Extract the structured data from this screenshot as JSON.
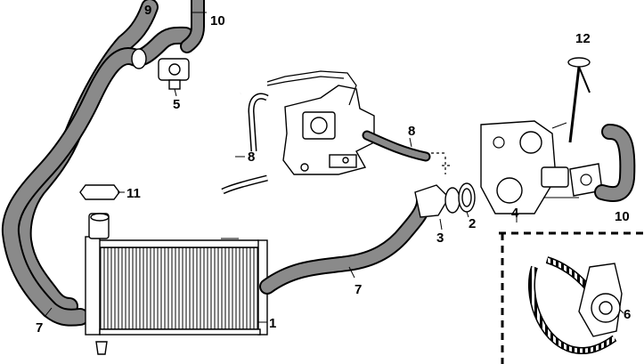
{
  "figure": {
    "background": "#ffffff",
    "ink": "#000000",
    "hose_texture": "#8a8a8a",
    "callouts": [
      {
        "id": "radiator",
        "text": "1"
      },
      {
        "id": "o-ring",
        "text": "2"
      },
      {
        "id": "thermostat-housing",
        "text": "3"
      },
      {
        "id": "water-pump-body",
        "text": "4"
      },
      {
        "id": "heater-tap",
        "text": "5"
      },
      {
        "id": "pump-on-belt",
        "text": "6"
      },
      {
        "id": "lower-hose-right",
        "text": "7"
      },
      {
        "id": "lower-hose-left",
        "text": "7"
      },
      {
        "id": "bypass-hose-left",
        "text": "8"
      },
      {
        "id": "bypass-hose-right",
        "text": "8"
      },
      {
        "id": "heater-hose-top",
        "text": "9"
      },
      {
        "id": "heater-hose-right",
        "text": "10"
      },
      {
        "id": "heater-hose-bottom-right",
        "text": "10"
      },
      {
        "id": "filler-cap",
        "text": "11"
      },
      {
        "id": "temperature-sender",
        "text": "12"
      }
    ]
  }
}
